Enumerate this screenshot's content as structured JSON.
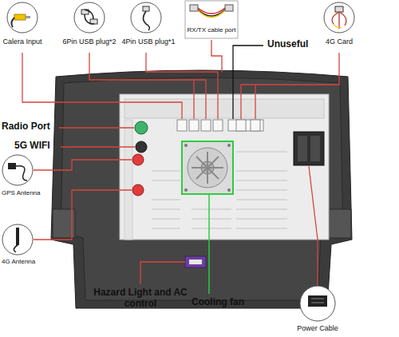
{
  "diagram": {
    "labels": [
      "Calera Input",
      "6Pin USB plug*2",
      "4Pin USB plug*1",
      "RX/TX cable port",
      "Unuseful",
      "4G Card",
      "Radio Port",
      "5G WIFI",
      "GPS Antenna",
      "4G Antenna",
      "Hazard Light and AC control",
      "Cooling fan",
      "Power Cable"
    ]
  }
}
